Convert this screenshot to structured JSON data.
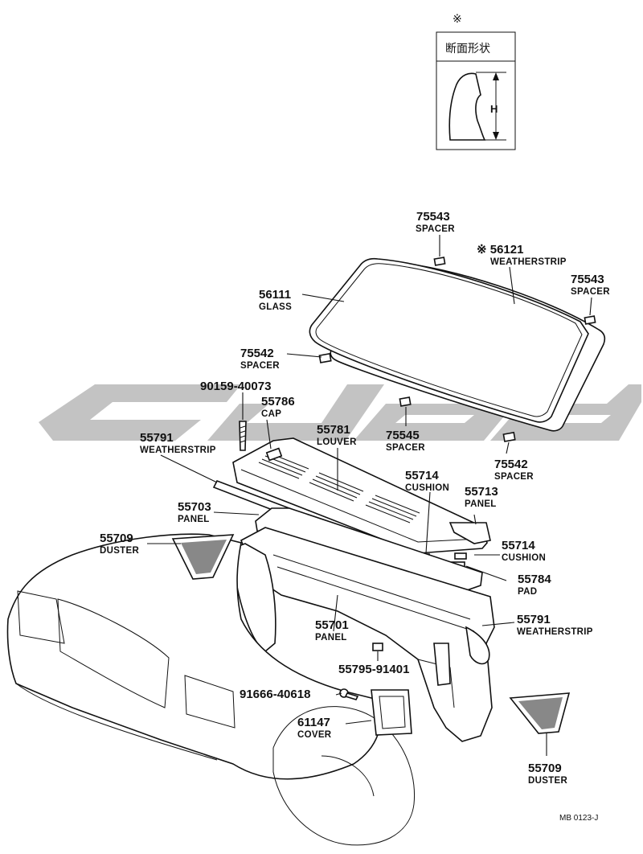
{
  "inset": {
    "symbol": "※",
    "title": "断面形状",
    "dimension_label": "H"
  },
  "callouts": [
    {
      "id": "c75543a",
      "number": "75543",
      "name": "SPACER"
    },
    {
      "id": "c56121",
      "number": "※ 56121",
      "name": "WEATHERSTRIP"
    },
    {
      "id": "c75543b",
      "number": "75543",
      "name": "SPACER"
    },
    {
      "id": "c56111",
      "number": "56111",
      "name": "GLASS"
    },
    {
      "id": "c75542a",
      "number": "75542",
      "name": "SPACER"
    },
    {
      "id": "c90159",
      "number": "90159-40073",
      "name": ""
    },
    {
      "id": "c55786",
      "number": "55786",
      "name": "CAP"
    },
    {
      "id": "c55781",
      "number": "55781",
      "name": "LOUVER"
    },
    {
      "id": "c55545",
      "number": "75545",
      "name": "SPACER"
    },
    {
      "id": "c75542b",
      "number": "75542",
      "name": "SPACER"
    },
    {
      "id": "c55791a",
      "number": "55791",
      "name": "WEATHERSTRIP"
    },
    {
      "id": "c55714a",
      "number": "55714",
      "name": "CUSHION"
    },
    {
      "id": "c55713",
      "number": "55713",
      "name": "PANEL"
    },
    {
      "id": "c55703",
      "number": "55703",
      "name": "PANEL"
    },
    {
      "id": "c55709a",
      "number": "55709",
      "name": "DUSTER"
    },
    {
      "id": "c55714b",
      "number": "55714",
      "name": "CUSHION"
    },
    {
      "id": "c55784",
      "number": "55784",
      "name": "PAD"
    },
    {
      "id": "c55791b",
      "number": "55791",
      "name": "WEATHERSTRIP"
    },
    {
      "id": "c55701",
      "number": "55701",
      "name": "PANEL"
    },
    {
      "id": "c55795",
      "number": "55795-91401",
      "name": ""
    },
    {
      "id": "c91666",
      "number": "91666-40618",
      "name": ""
    },
    {
      "id": "c61147",
      "number": "61147",
      "name": "COVER"
    },
    {
      "id": "c55709b",
      "number": "55709",
      "name": "DUSTER"
    }
  ],
  "footer_code": "MB 0123-J",
  "colors": {
    "ink": "#111111",
    "watermark": "#b8b8b8",
    "background": "#ffffff"
  }
}
